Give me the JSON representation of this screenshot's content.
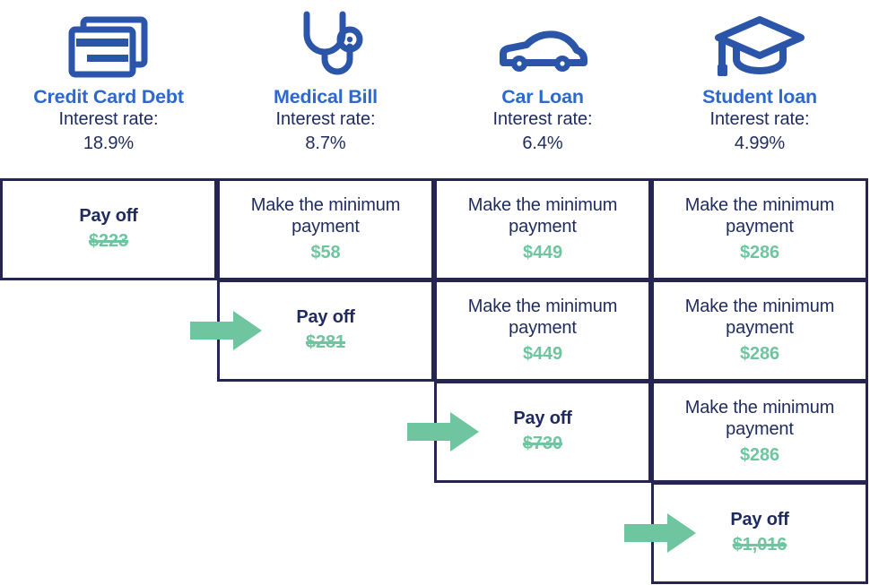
{
  "colors": {
    "title_blue": "#2c68ce",
    "icon_blue": "#2b55a8",
    "text_navy": "#1f2b5e",
    "border_navy": "#262450",
    "accent_green": "#6fc5a0",
    "background": "#ffffff"
  },
  "labels": {
    "interest_rate_prefix": "Interest rate:",
    "pay_off": "Pay off",
    "minimum_payment": "Make the minimum payment"
  },
  "debts": [
    {
      "name": "Credit Card Debt",
      "icon": "credit-cards-icon",
      "rate_label": "Interest rate:",
      "rate": "18.9%"
    },
    {
      "name": "Medical Bill",
      "icon": "stethoscope-icon",
      "rate_label": "Interest rate:",
      "rate": "8.7%"
    },
    {
      "name": "Car Loan",
      "icon": "car-icon",
      "rate_label": "Interest rate:",
      "rate": "6.4%"
    },
    {
      "name": "Student loan",
      "icon": "graduation-cap-icon",
      "rate_label": "Interest rate:",
      "rate": "4.99%"
    }
  ],
  "rows": [
    {
      "step": 1,
      "arrow": false,
      "cells": [
        {
          "column": 0,
          "action": "Pay off",
          "amount": "$223",
          "struck": true,
          "bold": true
        },
        {
          "column": 1,
          "action": "Make the minimum payment",
          "amount": "$58",
          "struck": false,
          "bold": false
        },
        {
          "column": 2,
          "action": "Make the minimum payment",
          "amount": "$449",
          "struck": false,
          "bold": false
        },
        {
          "column": 3,
          "action": "Make the minimum payment",
          "amount": "$286",
          "struck": false,
          "bold": false
        }
      ]
    },
    {
      "step": 2,
      "arrow": true,
      "arrow_target_column": 1,
      "cells": [
        {
          "column": 1,
          "action": "Pay off",
          "amount": "$281",
          "struck": true,
          "bold": true
        },
        {
          "column": 2,
          "action": "Make the minimum payment",
          "amount": "$449",
          "struck": false,
          "bold": false
        },
        {
          "column": 3,
          "action": "Make the minimum payment",
          "amount": "$286",
          "struck": false,
          "bold": false
        }
      ]
    },
    {
      "step": 3,
      "arrow": true,
      "arrow_target_column": 2,
      "cells": [
        {
          "column": 2,
          "action": "Pay off",
          "amount": "$730",
          "struck": true,
          "bold": true
        },
        {
          "column": 3,
          "action": "Make the minimum payment",
          "amount": "$286",
          "struck": false,
          "bold": false
        }
      ]
    },
    {
      "step": 4,
      "arrow": true,
      "arrow_target_column": 3,
      "cells": [
        {
          "column": 3,
          "action": "Pay off",
          "amount": "$1,016",
          "struck": true,
          "bold": true
        }
      ]
    }
  ]
}
